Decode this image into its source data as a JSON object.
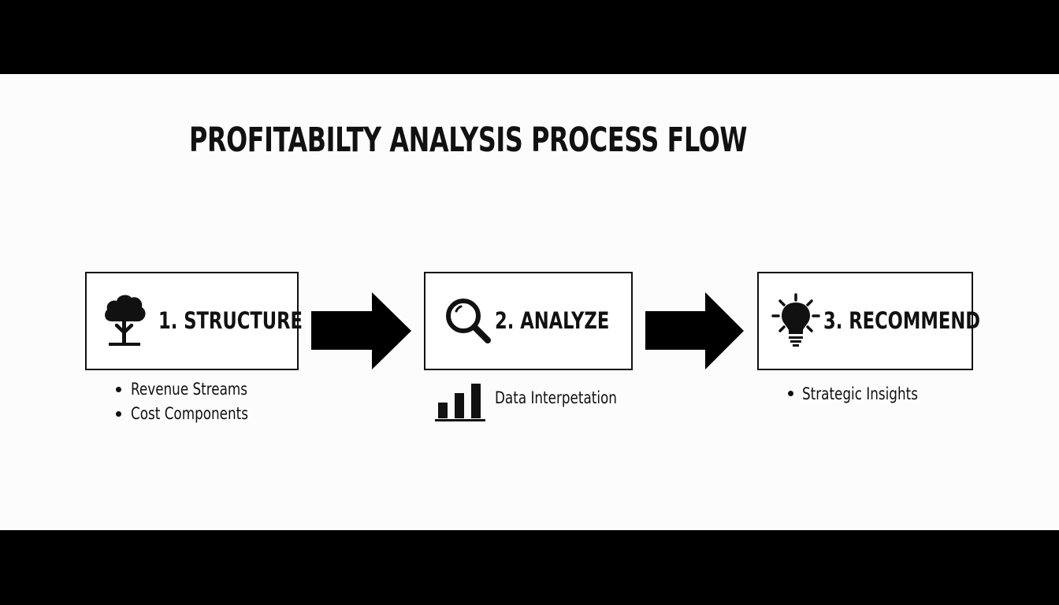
{
  "diagram": {
    "title": "PROFITABILTY ANALYSIS PROCESS FLOW",
    "steps": [
      {
        "label": "1. STRUCTURE",
        "icon": "tree-icon",
        "details": [
          "Revenue Streams",
          "Cost Components"
        ]
      },
      {
        "label": "2. ANALYZE",
        "icon": "magnifying-glass-icon",
        "details_icon": "bar-chart-icon",
        "details": [
          "Data Interpetation"
        ]
      },
      {
        "label": "3. RECOMMEND",
        "icon": "lightbulb-icon",
        "details": [
          "Strategic Insights"
        ]
      }
    ],
    "connectors": [
      "arrow-right",
      "arrow-right"
    ],
    "colors": {
      "background": "#fcfcfc",
      "ink": "#111111",
      "letterbox": "#000000"
    }
  }
}
